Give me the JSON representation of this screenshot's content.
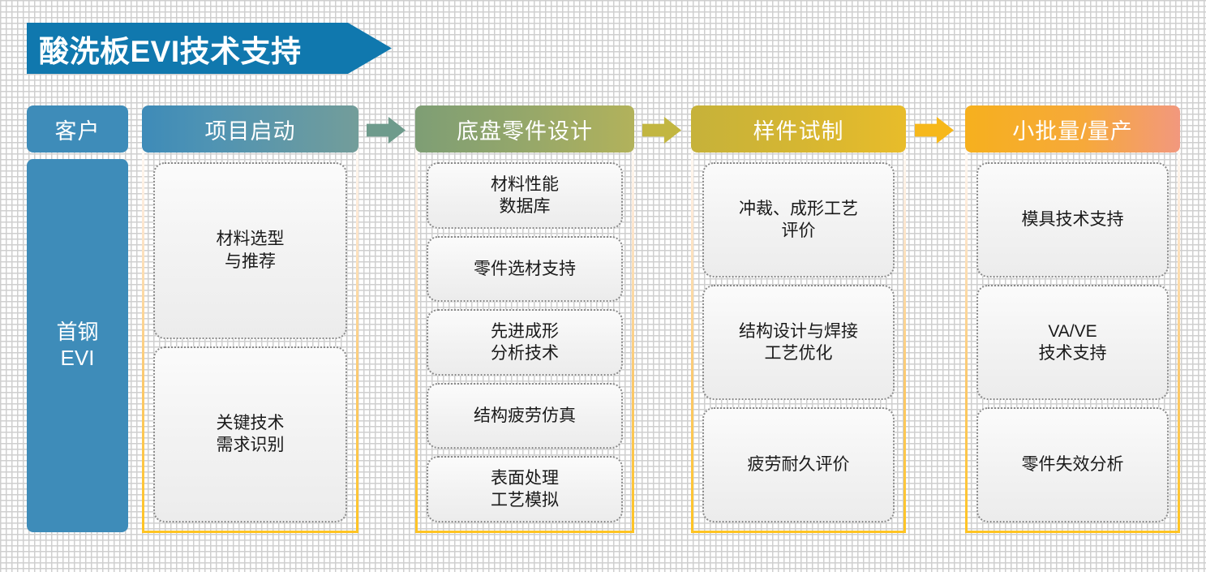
{
  "title": {
    "text": "酸洗板EVI技术支持",
    "banner_color": "#1078AE"
  },
  "customer": {
    "header_label": "客户",
    "body_line1": "首钢",
    "body_line2": "EVI",
    "color": "#3E8CB9"
  },
  "arrows": [
    {
      "name": "arrow-launch-to-design",
      "color": "#6E9B8C"
    },
    {
      "name": "arrow-design-to-proto",
      "color": "#C2B641"
    },
    {
      "name": "arrow-proto-to-mass",
      "color": "#F6B81B"
    }
  ],
  "stages": [
    {
      "id": "launch",
      "header_label": "项目启动",
      "header_gradient": [
        "#3E8BB8",
        "#739D9A"
      ],
      "cards": [
        {
          "line1": "材料选型",
          "line2": "与推荐"
        },
        {
          "line1": "关键技术",
          "line2": "需求识别"
        }
      ]
    },
    {
      "id": "design",
      "header_label": "底盘零件设计",
      "header_gradient": [
        "#7E9E75",
        "#B2B25B"
      ],
      "cards": [
        {
          "line1": "材料性能",
          "line2": "数据库"
        },
        {
          "line1": "零件选材支持",
          "line2": ""
        },
        {
          "line1": "先进成形",
          "line2": "分析技术"
        },
        {
          "line1": "结构疲劳仿真",
          "line2": ""
        },
        {
          "line1": "表面处理",
          "line2": "工艺模拟"
        }
      ]
    },
    {
      "id": "proto",
      "header_label": "样件试制",
      "header_gradient": [
        "#C6B23A",
        "#E8BC2A"
      ],
      "cards": [
        {
          "line1": "冲裁、成形工艺",
          "line2": "评价"
        },
        {
          "line1": "结构设计与焊接",
          "line2": "工艺优化"
        },
        {
          "line1": "疲劳耐久评价",
          "line2": ""
        }
      ]
    },
    {
      "id": "mass",
      "header_label": "小批量/量产",
      "header_gradient": [
        "#F6B01E",
        "#F2987E"
      ],
      "cards": [
        {
          "line1": "模具技术支持",
          "line2": ""
        },
        {
          "line1": "VA/VE",
          "line2": "技术支持"
        },
        {
          "line1": "零件失效分析",
          "line2": ""
        }
      ]
    }
  ],
  "frame_border_color": "#FFC423"
}
